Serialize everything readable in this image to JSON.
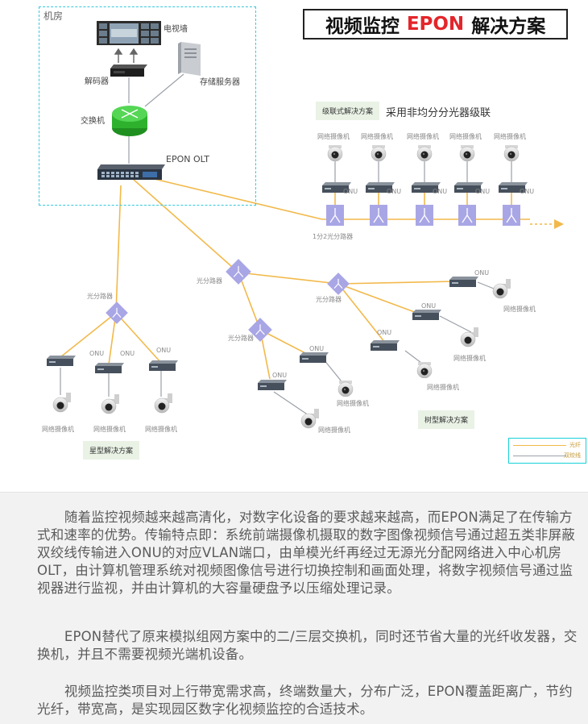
{
  "title": {
    "part1": "视频监控",
    "accent": "EPON",
    "part2": "解决方案"
  },
  "machine_room": {
    "label": "机房",
    "tv_wall": "电视墙",
    "decoder": "解码器",
    "storage_server": "存储服务器",
    "switch": "交换机",
    "olt": "EPON OLT"
  },
  "cascade": {
    "tag": "级联式解决方案",
    "caption": "采用非均分分光器级联",
    "camera_label": "网络摄像机",
    "onu_label": "ONU",
    "splitter_label": "1分2光分路器"
  },
  "star": {
    "tag": "星型解决方案",
    "splitter_label": "光分路器",
    "onu_label": "ONU",
    "camera_label": "网络摄像机"
  },
  "tree": {
    "tag": "树型解决方案",
    "splitter_label": "光分路器",
    "onu_label": "ONU",
    "camera_label": "网络摄像机"
  },
  "legend": {
    "fiber": "光纤",
    "twisted_pair": "双绞线",
    "fiber_color": "#f2b94a",
    "pair_color": "#9aa0a8"
  },
  "colors": {
    "accent": "#e3262b",
    "fiber": "#f2b94a",
    "splitter": "#a9a6e6",
    "switch_green": "#3cc63c",
    "border_cyan": "#37c9db"
  },
  "paragraphs": [
    "随着监控视频越来越高清化，对数字化设备的要求越来越高，而EPON满足了在传输方式和速率的优势。传输特点即：系统前端摄像机摄取的数字图像视频信号通过超五类非屏蔽双绞线传输进入ONU的对应VLAN端口，由单模光纤再经过无源光分配网络进入中心机房OLT，由计算机管理系统对视频图像信号进行切换控制和画面处理，将数字视频信号通过监视器进行监视，并由计算机的大容量硬盘予以压缩处理记录。",
    "EPON替代了原来模拟组网方案中的二/三层交换机，同时还节省大量的光纤收发器，交换机，并且不需要视频光端机设备。",
    "视频监控类项目对上行带宽需求高，终端数量大，分布广泛，EPON覆盖距离广，节约光纤，带宽高，是实现园区数字化视频监控的合适技术。"
  ]
}
